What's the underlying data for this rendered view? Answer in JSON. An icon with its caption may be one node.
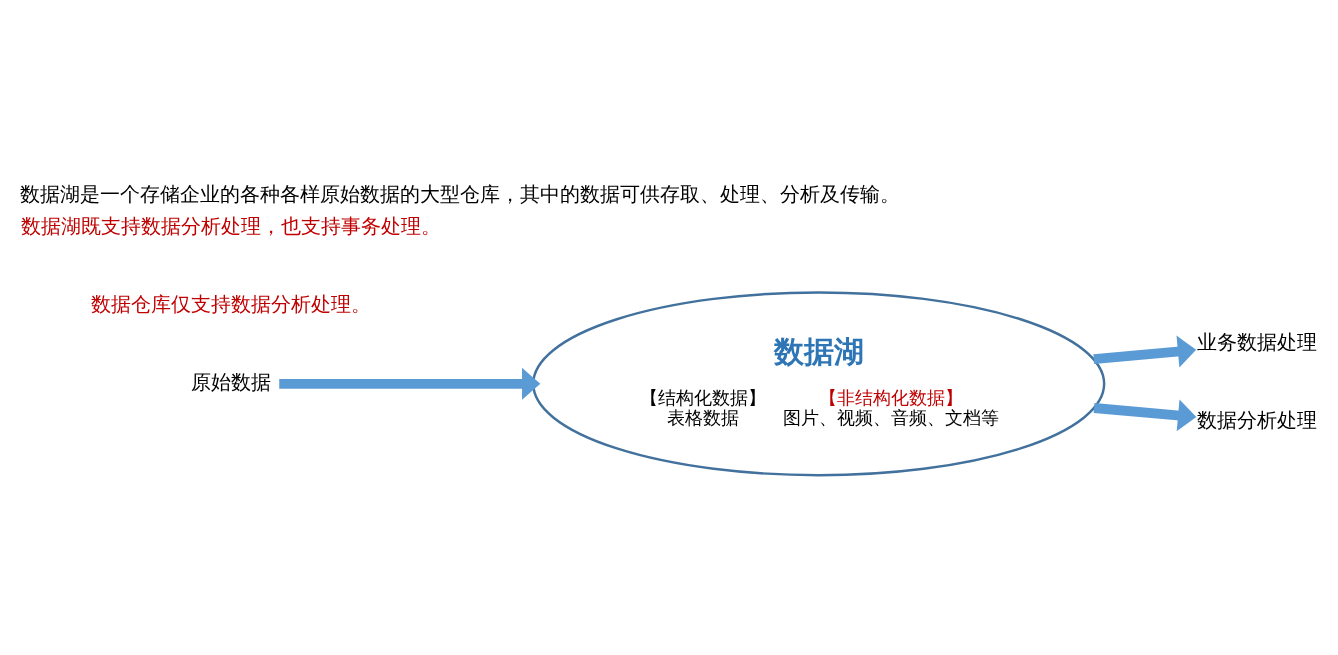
{
  "diagram": {
    "title": "数据湖是一个存储企业的各种各样原始数据的大型仓库，其中的数据可供存取、处理、分析及传输。",
    "nodes": [
      {
        "text": [
          "数据湖",
          "【结构化数据】",
          "表格数据",
          "【非结构化数据】",
          "图片、视频、音频、文档等"
        ]
      },
      {
        "text": [
          "原始数据"
        ]
      },
      {
        "text": [
          "业务数据处理"
        ]
      },
      {
        "text": [
          "数据分析处理"
        ]
      }
    ],
    "edges": [
      {
        "from": 1,
        "to": 0,
        "arrow": "to"
      },
      {
        "from": 0,
        "to": 2,
        "arrow": "to"
      },
      {
        "from": 0,
        "to": 3,
        "arrow": "to"
      }
    ],
    "labels": [
      "数据仓库仅支持数据分析处理。",
      "数据湖既支持数据分析处理，也支持事务处理。"
    ]
  }
}
